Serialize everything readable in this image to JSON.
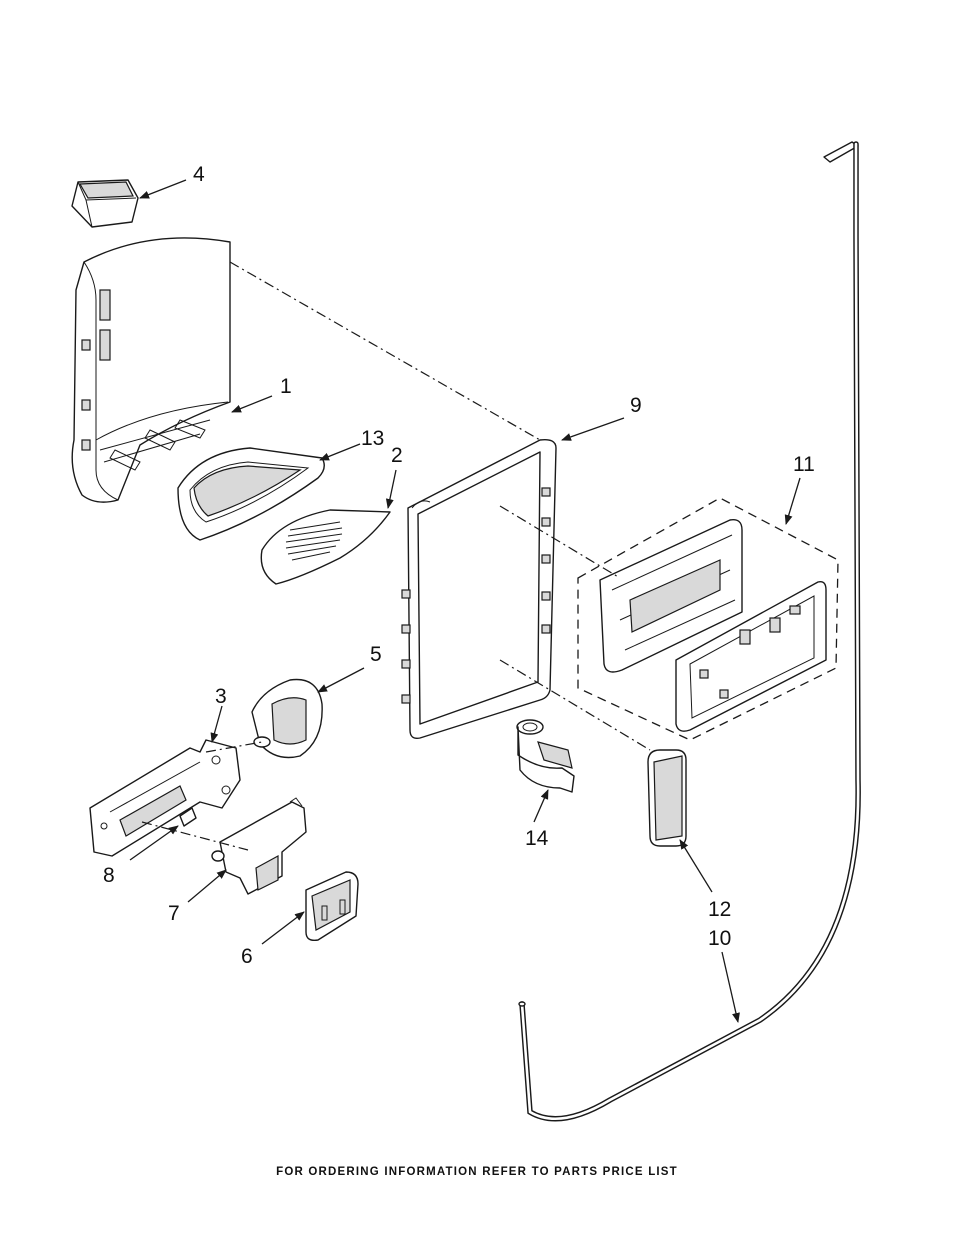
{
  "callouts": {
    "c1": "1",
    "c2": "2",
    "c3": "3",
    "c4": "4",
    "c5": "5",
    "c6": "6",
    "c7": "7",
    "c8": "8",
    "c9": "9",
    "c10": "10",
    "c11": "11",
    "c12": "12",
    "c13": "13",
    "c14": "14"
  },
  "footer_note": "FOR ORDERING INFORMATION REFER TO PARTS PRICE LIST"
}
